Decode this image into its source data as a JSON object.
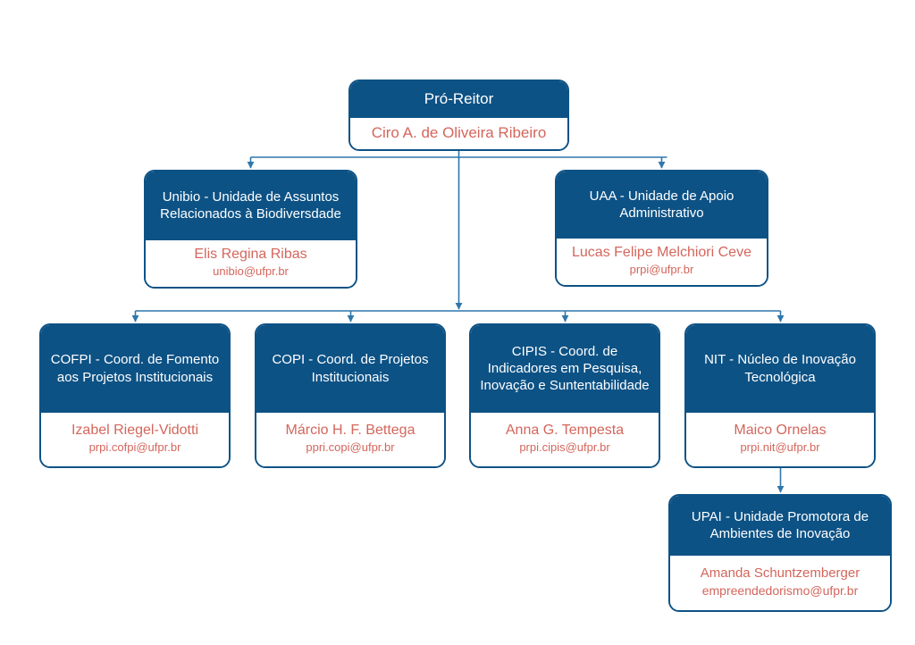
{
  "colors": {
    "box_blue": "#0d5285",
    "person_red": "#d4665c",
    "connector_blue": "#2f77ab",
    "background": "#ffffff",
    "header_text": "#ffffff"
  },
  "chart_title": "",
  "org": {
    "root": {
      "title": "Pró-Reitor",
      "person": "Ciro A. de Oliveira Ribeiro",
      "email": ""
    },
    "level2": [
      {
        "id": "unibio",
        "title": "Unibio - Unidade de Assuntos Relacionados à Biodiversdade",
        "person": "Elis Regina Ribas",
        "email": "unibio@ufpr.br"
      },
      {
        "id": "uaa",
        "title": "UAA - Unidade de Apoio Administrativo",
        "person": "Lucas Felipe Melchiori Ceve",
        "email": "prpi@ufpr.br"
      }
    ],
    "level3": [
      {
        "id": "cofpi",
        "title": "COFPI - Coord. de Fomento aos Projetos Institucionais",
        "person": "Izabel Riegel-Vidotti",
        "email": "prpi.cofpi@ufpr.br"
      },
      {
        "id": "copi",
        "title": "COPI - Coord. de Projetos Institucionais",
        "person": "Márcio H. F. Bettega",
        "email": "ppri.copi@ufpr.br"
      },
      {
        "id": "cipis",
        "title": "CIPIS - Coord. de Indicadores em Pesquisa, Inovação e Suntentabilidade",
        "person": "Anna G. Tempesta",
        "email": "prpi.cipis@ufpr.br"
      },
      {
        "id": "nit",
        "title": "NIT - Núcleo de Inovação Tecnológica",
        "person": "Maico Ornelas",
        "email": "prpi.nit@ufpr.br"
      }
    ],
    "level4": [
      {
        "id": "upai",
        "title": "UPAI - Unidade Promotora de Ambientes de Inovação",
        "person": "Amanda Schuntzemberger",
        "email": "empreendedorismo@ufpr.br"
      }
    ]
  }
}
